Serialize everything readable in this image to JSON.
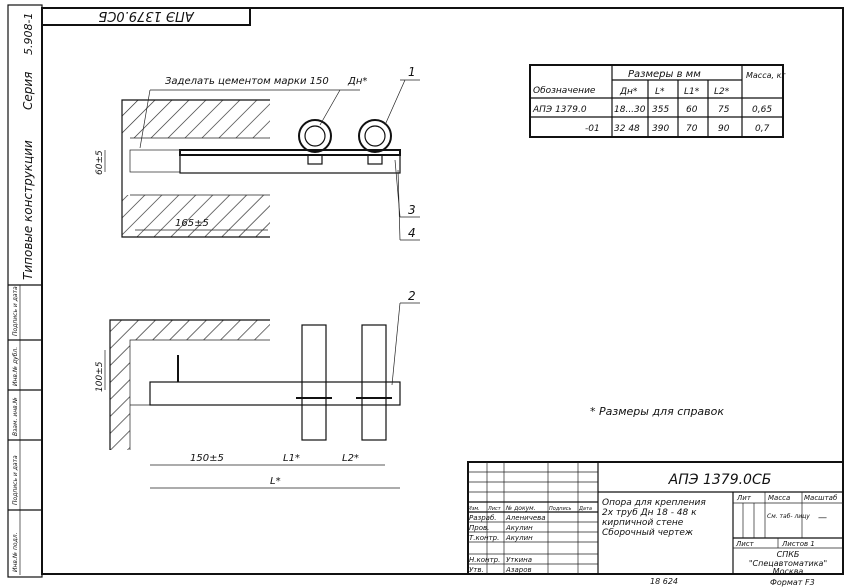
{
  "stamp_top": "АПЭ 1379.0СБ",
  "side": {
    "series_title": "Типовые конструкции",
    "series_label": "Серия",
    "series_no": "5.908-1",
    "cols": [
      "Инв.№ подл.",
      "Подпись и дата",
      "Взам. инв.№",
      "Инв.№ дубл.",
      "Подпись и дата"
    ]
  },
  "top_view": {
    "note": "Заделать цементом марки 150",
    "dn": "Дн*",
    "dim_width": "60±5",
    "dim_len": "165±5",
    "callouts": [
      "1",
      "3",
      "4"
    ]
  },
  "bottom_view": {
    "dim_height": "100±5",
    "dim_150": "150±5",
    "l1": "L1*",
    "l2": "L2*",
    "l": "L*",
    "callout": "2"
  },
  "ref_note": "* Размеры для справок",
  "table": {
    "header_main": "Обозначение",
    "header_sizes": "Размеры в мм",
    "header_mass": "Масса, кг",
    "cols": [
      "Дн*",
      "L*",
      "L1*",
      "L2*"
    ],
    "rows": [
      {
        "designation": "АПЭ 1379.0",
        "dn": "18...30",
        "l": "355",
        "l1": "60",
        "l2": "75",
        "mass": "0,65"
      },
      {
        "designation": "-01",
        "dn": "32  48",
        "l": "390",
        "l1": "70",
        "l2": "90",
        "mass": "0,7"
      }
    ]
  },
  "title_block": {
    "code": "АПЭ 1379.0СБ",
    "name_lines": [
      "Опора для крепления",
      "2х труб Дн 18 - 48 к",
      "кирпичной стене",
      "Сборочный чертеж"
    ],
    "headers": [
      "Изм.",
      "Лист",
      "№ докум.",
      "Подпись",
      "Дата"
    ],
    "people": [
      {
        "role": "Разраб.",
        "name": "Аленичева"
      },
      {
        "role": "Пров.",
        "name": "Акулин"
      },
      {
        "role": "Т.контр.",
        "name": "Акулин"
      },
      {
        "role": "Н.контр.",
        "name": "Уткина"
      },
      {
        "role": "Утв.",
        "name": "Азаров"
      }
    ],
    "lit": "Лит",
    "mass": "Масса",
    "scale": "Масштаб",
    "mass_val": "См. таб- лицу",
    "scale_val": "—",
    "sheet": "Лист",
    "sheets": "Листов 1",
    "org": [
      "СПКБ",
      "\"Спецавтоматика\"",
      "Москва"
    ],
    "inv": "18 624",
    "format": "Формат F3"
  }
}
